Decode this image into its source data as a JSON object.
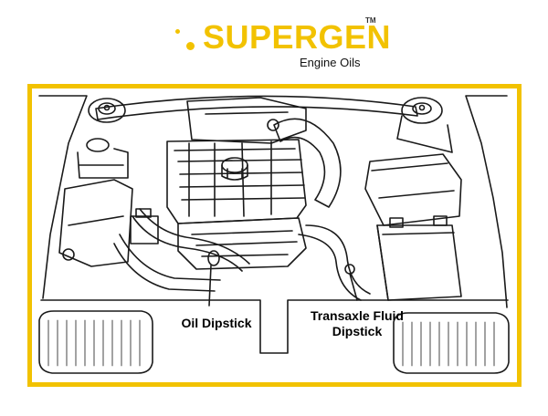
{
  "logo": {
    "brand": "SUPERGEN",
    "trademark": "TM",
    "tagline": "Engine Oils",
    "brand_color": "#F2C200"
  },
  "frame_color": "#F2C200",
  "line_color": "#1a1a1a",
  "labels": {
    "oil_dipstick": "Oil Dipstick",
    "transaxle": "Transaxle Fluid\nDipstick"
  }
}
